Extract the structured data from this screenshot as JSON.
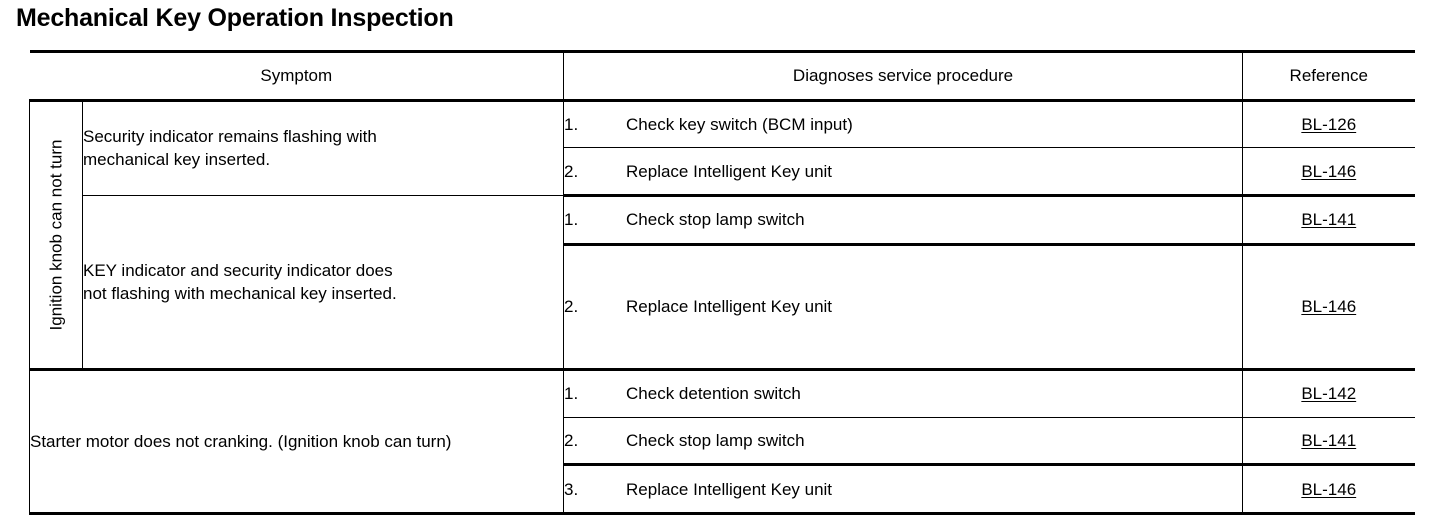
{
  "document": {
    "title": "Mechanical Key Operation Inspection"
  },
  "table": {
    "headers": {
      "symptom": "Symptom",
      "procedure": "Diagnoses service procedure",
      "reference": "Reference"
    },
    "group_label": "Ignition knob can not turn",
    "rows": [
      {
        "symptom_lines": [
          "Security indicator remains flashing with",
          "mechanical key inserted."
        ],
        "steps": [
          {
            "num": "1.",
            "text": "Check key switch (BCM input)",
            "reference": "BL-126"
          },
          {
            "num": "2.",
            "text": "Replace Intelligent Key unit",
            "reference": "BL-146"
          }
        ]
      },
      {
        "symptom_lines": [
          "KEY indicator and security indicator does",
          "not flashing with mechanical key inserted."
        ],
        "steps": [
          {
            "num": "1.",
            "text": "Check stop lamp switch",
            "reference": "BL-141"
          },
          {
            "num": "2.",
            "text": "Replace Intelligent Key unit",
            "reference": "BL-146"
          }
        ]
      },
      {
        "symptom_lines": [
          "Starter motor does not cranking.",
          "(Ignition knob can turn)"
        ],
        "steps": [
          {
            "num": "1.",
            "text": "Check detention switch",
            "reference": "BL-142"
          },
          {
            "num": "2.",
            "text": "Check stop lamp switch",
            "reference": "BL-141"
          },
          {
            "num": "3.",
            "text": "Replace Intelligent Key unit",
            "reference": "BL-146"
          }
        ]
      }
    ]
  },
  "colors": {
    "ink": "#000000",
    "paper": "#ffffff"
  }
}
